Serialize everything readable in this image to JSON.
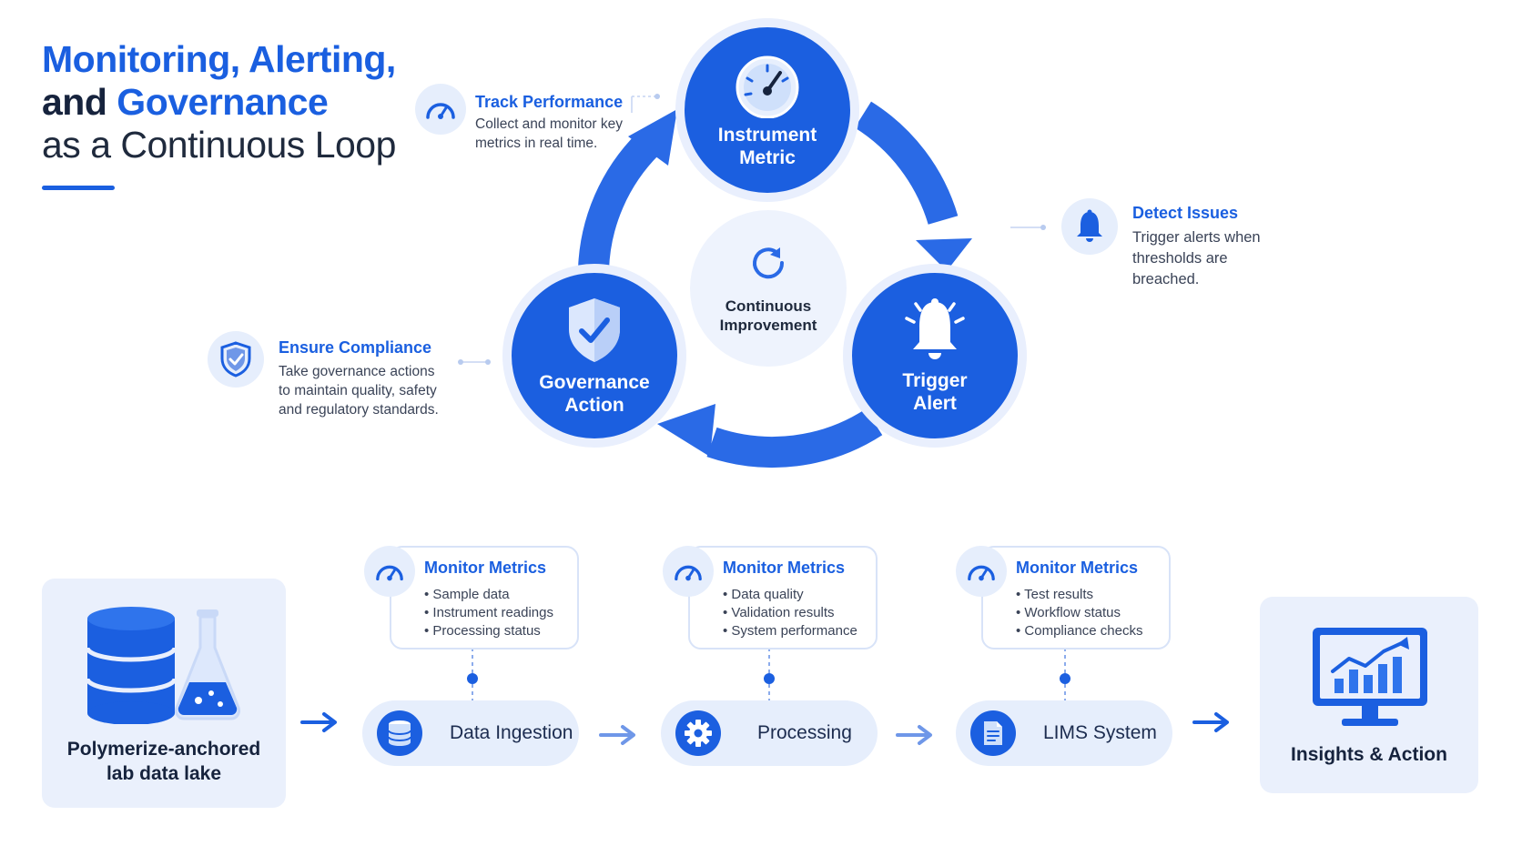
{
  "title": {
    "line1": "Monitoring, Alerting,",
    "line2_part1": "and ",
    "line2_part2": "Governance",
    "line3": "as a Continuous Loop"
  },
  "cycle": {
    "center_label_1": "Continuous",
    "center_label_2": "Improvement",
    "nodes": [
      {
        "line1": "Instrument",
        "line2": "Metric",
        "icon": "speedometer-icon"
      },
      {
        "line1": "Trigger",
        "line2": "Alert",
        "icon": "bell-icon"
      },
      {
        "line1": "Governance",
        "line2": "Action",
        "icon": "shield-check-icon"
      }
    ],
    "accent_color": "#1b5fe0"
  },
  "notes": {
    "track": {
      "title": "Track Performance",
      "line1": "Collect and monitor key",
      "line2": "metrics in real time.",
      "icon": "speedometer-icon"
    },
    "detect": {
      "title": "Detect Issues",
      "line1": "Trigger alerts when",
      "line2": "thresholds are breached.",
      "icon": "bell-icon"
    },
    "ensure": {
      "title": "Ensure Compliance",
      "line1": "Take governance actions",
      "line2": "to maintain quality, safety",
      "line3": "and regulatory standards.",
      "icon": "shield-check-icon"
    }
  },
  "pipeline": {
    "source": {
      "line1": "Polymerize-anchored",
      "line2": "lab data lake",
      "icon": "database-flask-icon"
    },
    "stages": [
      {
        "label": "Data Ingestion",
        "icon": "database-icon",
        "metrics_title": "Monitor Metrics",
        "metrics": [
          "Sample data",
          "Instrument readings",
          "Processing status"
        ]
      },
      {
        "label": "Processing",
        "icon": "gear-icon",
        "metrics_title": "Monitor Metrics",
        "metrics": [
          "Data quality",
          "Validation results",
          "System performance"
        ]
      },
      {
        "label": "LIMS System",
        "icon": "document-icon",
        "metrics_title": "Monitor Metrics",
        "metrics": [
          "Test results",
          "Workflow status",
          "Compliance checks"
        ]
      }
    ],
    "output": {
      "label": "Insights & Action",
      "icon": "monitor-chart-icon"
    }
  }
}
